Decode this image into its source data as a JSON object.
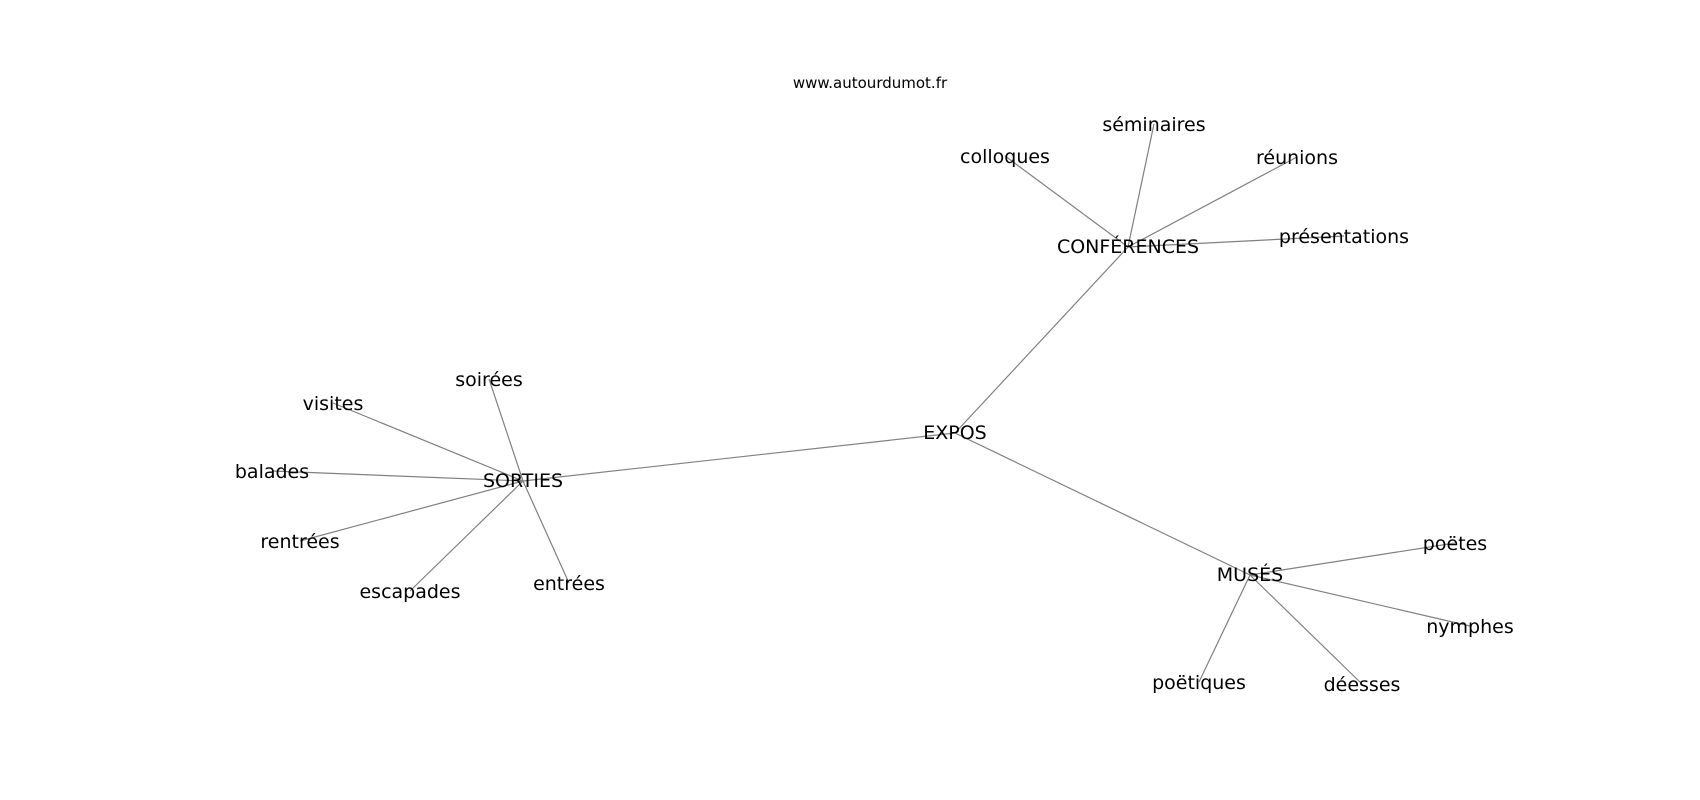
{
  "site": "www.autourdumot.fr",
  "center": "EXPOS",
  "groups": [
    {
      "hub": "CONFÉRENCES",
      "leaves": [
        "colloques",
        "séminaires",
        "réunions",
        "présentations"
      ]
    },
    {
      "hub": "SORTIES",
      "leaves": [
        "soirées",
        "visites",
        "balades",
        "rentrées",
        "escapades",
        "entrées"
      ]
    },
    {
      "hub": "MUSÉS",
      "leaves": [
        "poëtes",
        "nymphes",
        "déesses",
        "poëtiques"
      ]
    }
  ],
  "colors": {
    "edge": "#808080",
    "text": "#000000",
    "background": "#ffffff"
  }
}
